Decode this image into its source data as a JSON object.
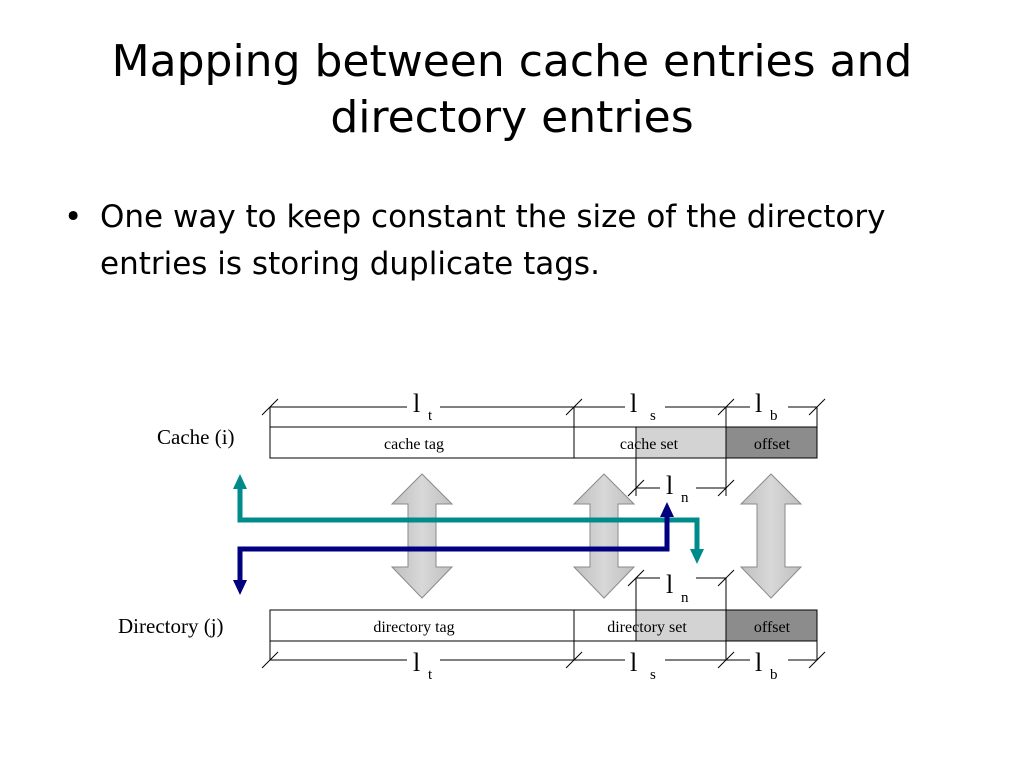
{
  "slide": {
    "title": "Mapping between cache entries and directory entries",
    "bullets": [
      "One way to keep constant the size of the directory entries is storing duplicate tags."
    ]
  },
  "diagram": {
    "cache": {
      "label": "Cache (i)",
      "fields": [
        "cache tag",
        "cache set",
        "offset"
      ],
      "dims": {
        "t": [
          "l",
          "t"
        ],
        "s": [
          "l",
          "s"
        ],
        "b": [
          "l",
          "b"
        ],
        "n": [
          "l",
          "n"
        ]
      }
    },
    "directory": {
      "label": "Directory (j)",
      "fields": [
        "directory tag",
        "directory set",
        "offset"
      ],
      "dims": {
        "t": [
          "l",
          "t"
        ],
        "s": [
          "l",
          "s"
        ],
        "b": [
          "l",
          "b"
        ],
        "n": [
          "l",
          "n"
        ]
      }
    },
    "colors": {
      "teal_arrow": "#008B8B",
      "navy_arrow": "#000080",
      "light_fill": "#D3D3D3",
      "dark_fill": "#8C8C8C"
    }
  }
}
